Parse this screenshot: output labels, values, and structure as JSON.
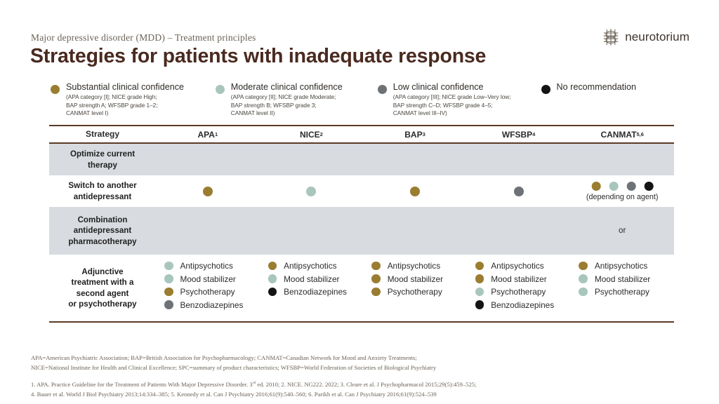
{
  "header": {
    "kicker": "Major depressive disorder (MDD) – Treatment principles",
    "title": "Strategies for patients with inadequate response",
    "brand_name": "neurotorium",
    "brand_mark_icon": "neuron-logo-icon"
  },
  "colors": {
    "gold": "#9a7d30",
    "teal": "#a8c6bd",
    "gray": "#6e7277",
    "black": "#141414",
    "rule": "#5a3a24",
    "shaded_row": "#d8dce0",
    "title": "#4a2a20",
    "kicker": "#6b6256"
  },
  "legend": [
    {
      "key": "gold",
      "title": "Substantial clinical confidence",
      "sub": "(APA category [I]; NICE grade High;\nBAP strength A; WFSBP grade 1–2;\nCANMAT level I)"
    },
    {
      "key": "teal",
      "title": "Moderate clinical confidence",
      "sub": "(APA category [II]; NICE grade Moderate;\nBAP strength B; WFSBP grade 3;\nCANMAT level II)"
    },
    {
      "key": "gray",
      "title": "Low clinical confidence",
      "sub": "(APA category [III]; NICE grade Low–Very low;\nBAP strength C–D; WFSBP grade 4–5;\nCANMAT level III–IV)"
    },
    {
      "key": "black",
      "title": "No recommendation",
      "sub": ""
    }
  ],
  "table": {
    "headers": [
      {
        "label": "Strategy",
        "sup": ""
      },
      {
        "label": "APA",
        "sup": "1"
      },
      {
        "label": "NICE",
        "sup": "2"
      },
      {
        "label": "BAP",
        "sup": "3"
      },
      {
        "label": "WFSBP",
        "sup": "4"
      },
      {
        "label": "CANMAT",
        "sup": "5,6"
      }
    ],
    "rows": [
      {
        "strategy": "Optimize current\ntherapy",
        "shaded": true,
        "cells": [
          {
            "type": "empty"
          },
          {
            "type": "empty"
          },
          {
            "type": "empty"
          },
          {
            "type": "empty"
          },
          {
            "type": "empty"
          }
        ]
      },
      {
        "strategy": "Switch to another\nantidepressant",
        "shaded": false,
        "cells": [
          {
            "type": "dot",
            "key": "gold"
          },
          {
            "type": "dot",
            "key": "teal"
          },
          {
            "type": "dot",
            "key": "gold"
          },
          {
            "type": "dot",
            "key": "gray"
          },
          {
            "type": "multi",
            "keys": [
              "gold",
              "teal",
              "gray",
              "black"
            ],
            "note": "(depending on agent)"
          }
        ]
      },
      {
        "strategy": "Combination\nantidepressant\npharmacotherapy",
        "shaded": true,
        "cells": [
          {
            "type": "empty"
          },
          {
            "type": "empty"
          },
          {
            "type": "empty"
          },
          {
            "type": "empty"
          },
          {
            "type": "text",
            "text": "or"
          }
        ]
      },
      {
        "strategy": "Adjunctive\ntreatment with a\nsecond agent\nor psychotherapy",
        "shaded": false,
        "cells": [
          {
            "type": "list",
            "items": [
              {
                "key": "teal",
                "label": "Antipsychotics"
              },
              {
                "key": "teal",
                "label": "Mood stabilizer"
              },
              {
                "key": "gold",
                "label": "Psychotherapy"
              },
              {
                "key": "gray",
                "label": "Benzodiazepines"
              }
            ]
          },
          {
            "type": "list",
            "items": [
              {
                "key": "gold",
                "label": "Antipsychotics"
              },
              {
                "key": "teal",
                "label": "Mood stabilizer"
              },
              {
                "key": "black",
                "label": "Benzodiazepines"
              }
            ]
          },
          {
            "type": "list",
            "items": [
              {
                "key": "gold",
                "label": "Antipsychotics"
              },
              {
                "key": "gold",
                "label": "Mood stabilizer"
              },
              {
                "key": "gold",
                "label": "Psychotherapy"
              }
            ]
          },
          {
            "type": "list",
            "items": [
              {
                "key": "gold",
                "label": "Antipsychotics"
              },
              {
                "key": "gold",
                "label": "Mood stabilizer"
              },
              {
                "key": "teal",
                "label": "Psychotherapy"
              },
              {
                "key": "black",
                "label": "Benzodiazepines"
              }
            ]
          },
          {
            "type": "list",
            "items": [
              {
                "key": "gold",
                "label": "Antipsychotics"
              },
              {
                "key": "teal",
                "label": "Mood stabilizer"
              },
              {
                "key": "teal",
                "label": "Psychotherapy"
              }
            ]
          }
        ]
      }
    ]
  },
  "footnotes": {
    "abbreviations_line1": "APA=American Psychiatric Association; BAP=British Association for Psychopharmacology; CANMAT=Canadian Network for Mood and Anxiety Treatments;",
    "abbreviations_line2": "NICE=National Institute for Health and Clinical Excellence; SPC=summary of product characteristics; WFSBP=World Federation of Societies of Biological Psychiatry",
    "references_line1_a": "1. APA. Practice Guideline for the Treatment of Patients With Major Depressive Disorder. 3",
    "references_line1_sup": "rd",
    "references_line1_b": " ed. 2010; 2. NICE. NG222. 2022; 3. Cleare et al. J Psychopharmacol 2015;29(5):459–525;",
    "references_line2": "4. Bauer et al. World J Biol Psychiatry 2013;14:334–385; 5. Kennedy et al. Can J Psychiatry 2016;61(9):540–560; 6. Parikh et al. Can J Psychiatry 2016;61(9):524–539"
  }
}
